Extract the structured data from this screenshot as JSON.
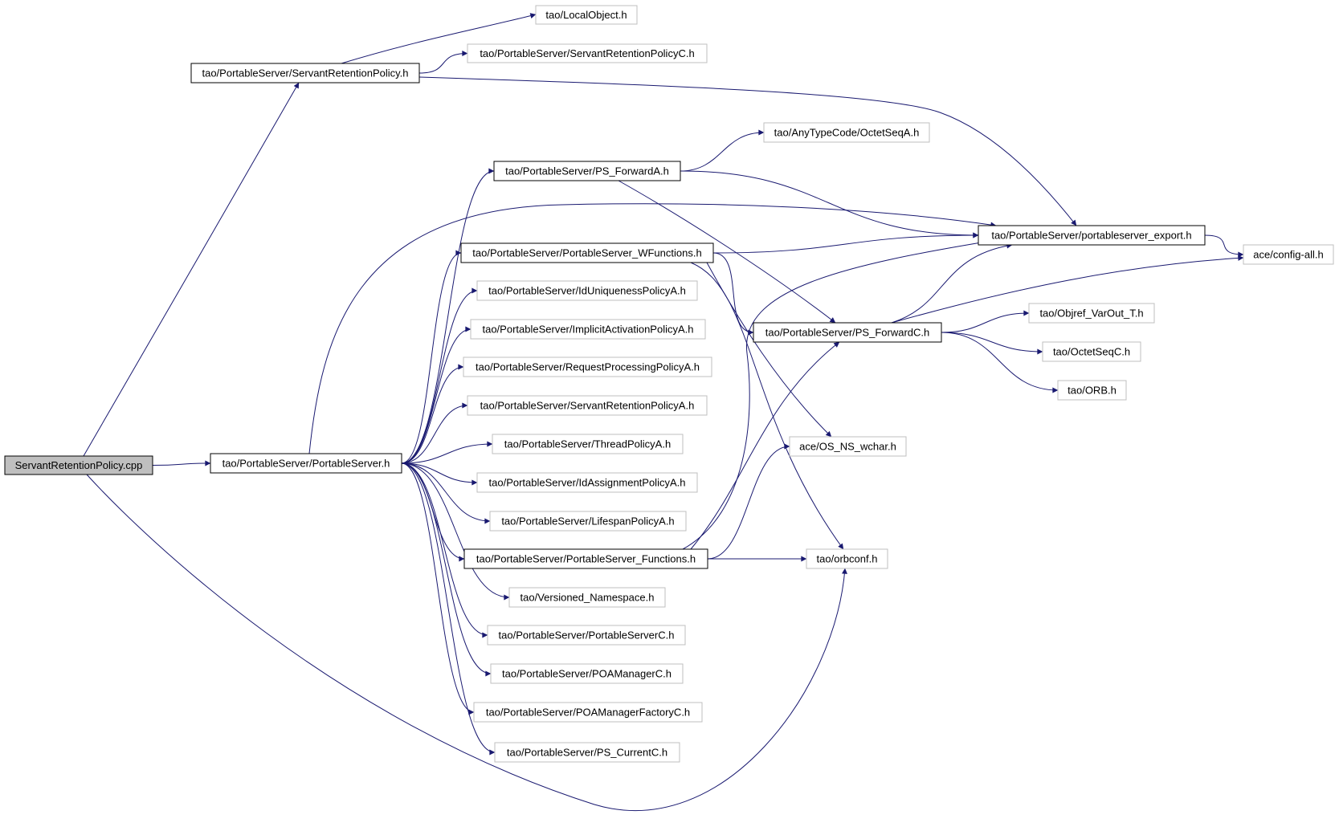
{
  "diagram": {
    "colors": {
      "edge": "#191970",
      "arrowhead": "#191970",
      "root_fill": "#bfbfbf",
      "root_border": "#000000",
      "expanded_border": "#000000",
      "leaf_border": "#bfbfbf",
      "text": "#000000",
      "background": "#ffffff"
    },
    "nodes": {
      "src": {
        "label": "ServantRetentionPolicy.cpp",
        "kind": "root"
      },
      "srp_h": {
        "label": "tao/PortableServer/ServantRetentionPolicy.h",
        "kind": "expanded"
      },
      "localobj": {
        "label": "tao/LocalObject.h",
        "kind": "leaf"
      },
      "srpc": {
        "label": "tao/PortableServer/ServantRetentionPolicyC.h",
        "kind": "leaf"
      },
      "octetseqa": {
        "label": "tao/AnyTypeCode/OctetSeqA.h",
        "kind": "leaf"
      },
      "psfa": {
        "label": "tao/PortableServer/PS_ForwardA.h",
        "kind": "expanded"
      },
      "ps_export": {
        "label": "tao/PortableServer/portableserver_export.h",
        "kind": "expanded"
      },
      "pswf": {
        "label": "tao/PortableServer/PortableServer_WFunctions.h",
        "kind": "expanded"
      },
      "configall": {
        "label": "ace/config-all.h",
        "kind": "leaf"
      },
      "iduniq": {
        "label": "tao/PortableServer/IdUniquenessPolicyA.h",
        "kind": "leaf"
      },
      "implact": {
        "label": "tao/PortableServer/ImplicitActivationPolicyA.h",
        "kind": "leaf"
      },
      "psfc": {
        "label": "tao/PortableServer/PS_ForwardC.h",
        "kind": "expanded"
      },
      "objref": {
        "label": "tao/Objref_VarOut_T.h",
        "kind": "leaf"
      },
      "reqproc": {
        "label": "tao/PortableServer/RequestProcessingPolicyA.h",
        "kind": "leaf"
      },
      "octetseqc": {
        "label": "tao/OctetSeqC.h",
        "kind": "leaf"
      },
      "srpa": {
        "label": "tao/PortableServer/ServantRetentionPolicyA.h",
        "kind": "leaf"
      },
      "orb": {
        "label": "tao/ORB.h",
        "kind": "leaf"
      },
      "thread": {
        "label": "tao/PortableServer/ThreadPolicyA.h",
        "kind": "leaf"
      },
      "osns": {
        "label": "ace/OS_NS_wchar.h",
        "kind": "leaf"
      },
      "ps_h": {
        "label": "tao/PortableServer/PortableServer.h",
        "kind": "expanded"
      },
      "idassign": {
        "label": "tao/PortableServer/IdAssignmentPolicyA.h",
        "kind": "leaf"
      },
      "lifespan": {
        "label": "tao/PortableServer/LifespanPolicyA.h",
        "kind": "leaf"
      },
      "psfun": {
        "label": "tao/PortableServer/PortableServer_Functions.h",
        "kind": "expanded"
      },
      "orbconf": {
        "label": "tao/orbconf.h",
        "kind": "leaf"
      },
      "versioned": {
        "label": "tao/Versioned_Namespace.h",
        "kind": "leaf"
      },
      "psc": {
        "label": "tao/PortableServer/PortableServerC.h",
        "kind": "leaf"
      },
      "poamgr": {
        "label": "tao/PortableServer/POAManagerC.h",
        "kind": "leaf"
      },
      "poamgrf": {
        "label": "tao/PortableServer/POAManagerFactoryC.h",
        "kind": "leaf"
      },
      "pscur": {
        "label": "tao/PortableServer/PS_CurrentC.h",
        "kind": "leaf"
      }
    },
    "edges": [
      [
        "src",
        "srp_h"
      ],
      [
        "src",
        "ps_h"
      ],
      [
        "src",
        "orbconf"
      ],
      [
        "srp_h",
        "localobj"
      ],
      [
        "srp_h",
        "srpc"
      ],
      [
        "srp_h",
        "ps_export"
      ],
      [
        "psfa",
        "octetseqa"
      ],
      [
        "psfa",
        "ps_export"
      ],
      [
        "psfa",
        "psfc"
      ],
      [
        "ps_h",
        "psfa"
      ],
      [
        "ps_h",
        "ps_export"
      ],
      [
        "ps_h",
        "pswf"
      ],
      [
        "ps_h",
        "iduniq"
      ],
      [
        "ps_h",
        "implact"
      ],
      [
        "ps_h",
        "reqproc"
      ],
      [
        "ps_h",
        "srpa"
      ],
      [
        "ps_h",
        "thread"
      ],
      [
        "ps_h",
        "idassign"
      ],
      [
        "ps_h",
        "lifespan"
      ],
      [
        "ps_h",
        "psfun"
      ],
      [
        "ps_h",
        "versioned"
      ],
      [
        "ps_h",
        "psc"
      ],
      [
        "ps_h",
        "poamgr"
      ],
      [
        "ps_h",
        "poamgrf"
      ],
      [
        "ps_h",
        "pscur"
      ],
      [
        "pswf",
        "ps_export"
      ],
      [
        "pswf",
        "psfc"
      ],
      [
        "pswf",
        "osns"
      ],
      [
        "pswf",
        "orbconf"
      ],
      [
        "ps_export",
        "configall"
      ],
      [
        "psfc",
        "ps_export"
      ],
      [
        "psfc",
        "configall"
      ],
      [
        "psfc",
        "objref"
      ],
      [
        "psfc",
        "octetseqc"
      ],
      [
        "psfc",
        "orb"
      ],
      [
        "psfun",
        "ps_export"
      ],
      [
        "psfun",
        "psfc"
      ],
      [
        "psfun",
        "osns"
      ],
      [
        "psfun",
        "orbconf"
      ]
    ]
  }
}
